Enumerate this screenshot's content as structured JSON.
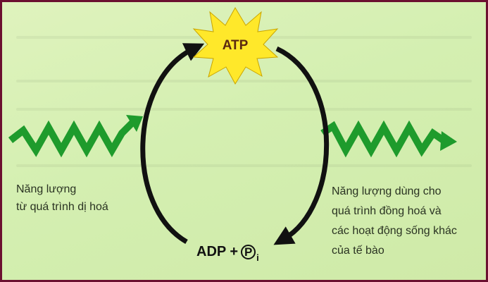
{
  "atp_label": "ATP",
  "adp_label": "ADP +",
  "pi_symbol": "P",
  "pi_subscript": "i",
  "left_label": "Năng lượng\ntừ quá trình dị hoá",
  "right_label": "Năng lượng dùng cho\nquá trình đồng hoá và\ncác hoạt động sống khác\ncủa tế bào",
  "colors": {
    "arrow_green": "#1e9b2c",
    "cycle_black": "#111111",
    "starburst": "#ffe82a",
    "border": "#6b1030",
    "background": "#d8f0b6"
  }
}
